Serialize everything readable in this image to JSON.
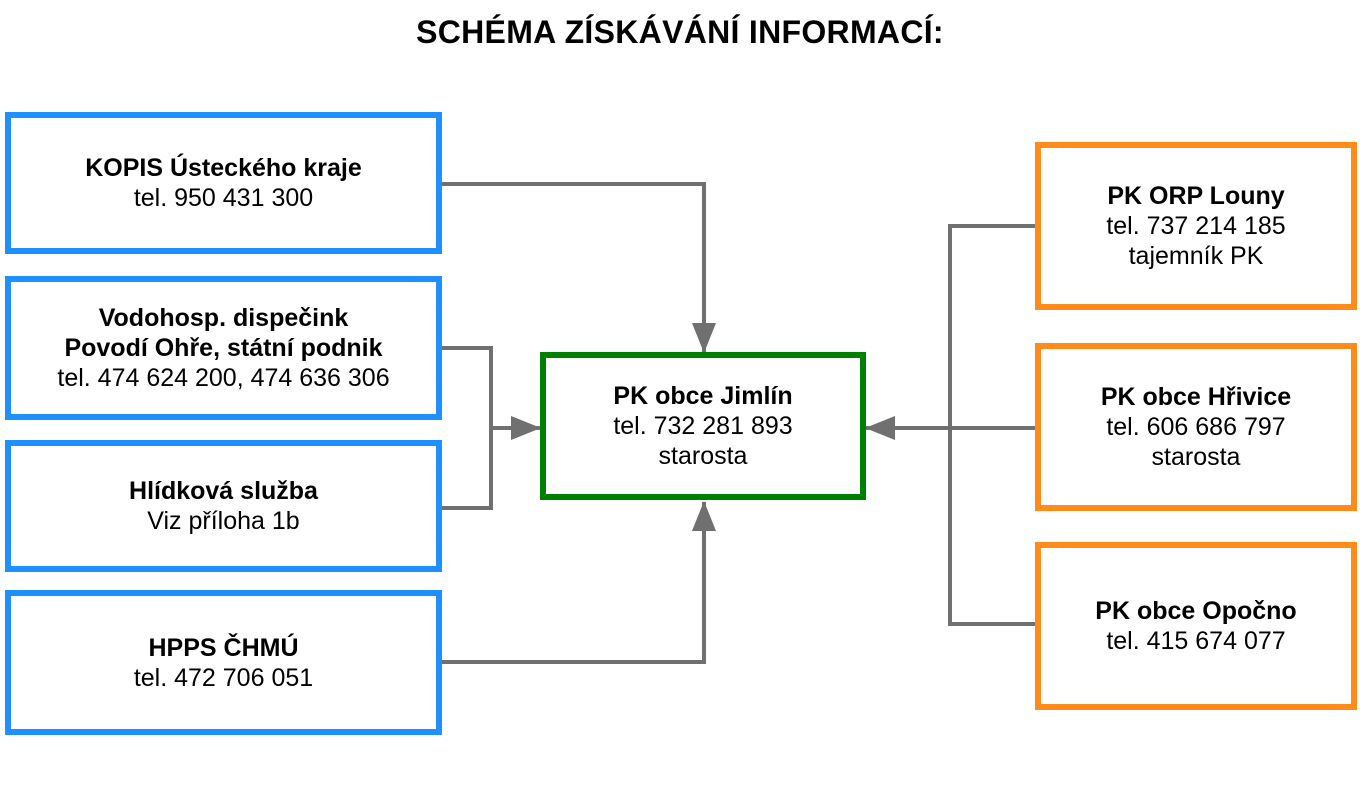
{
  "title": "SCHÉMA ZÍSKÁVÁNÍ INFORMACÍ:",
  "colors": {
    "sources_border": "#1e90ff",
    "center_border": "#008000",
    "partners_border": "#ff8c1a",
    "connector": "#707070"
  },
  "center": {
    "name": "PK obce Jimlín",
    "lines": [
      "tel. 732 281 893",
      "starosta"
    ]
  },
  "sources": [
    {
      "name": [
        "KOPIS Ústeckého kraje"
      ],
      "lines": [
        "tel. 950 431 300"
      ]
    },
    {
      "name": [
        "Vodohosp. dispečink",
        "Povodí Ohře, státní podnik"
      ],
      "lines": [
        "tel. 474 624 200, 474 636 306"
      ]
    },
    {
      "name": [
        "Hlídková služba"
      ],
      "lines": [
        "Viz příloha 1b"
      ]
    },
    {
      "name": [
        "HPPS ČHMÚ"
      ],
      "lines": [
        "tel. 472 706 051"
      ]
    }
  ],
  "partners": [
    {
      "name": "PK ORP Louny",
      "lines": [
        "tel. 737 214 185",
        "tajemník PK"
      ]
    },
    {
      "name": "PK obce Hřivice",
      "lines": [
        "tel. 606 686 797",
        "starosta"
      ]
    },
    {
      "name": "PK obce Opočno",
      "lines": [
        "tel. 415 674 077"
      ]
    }
  ]
}
